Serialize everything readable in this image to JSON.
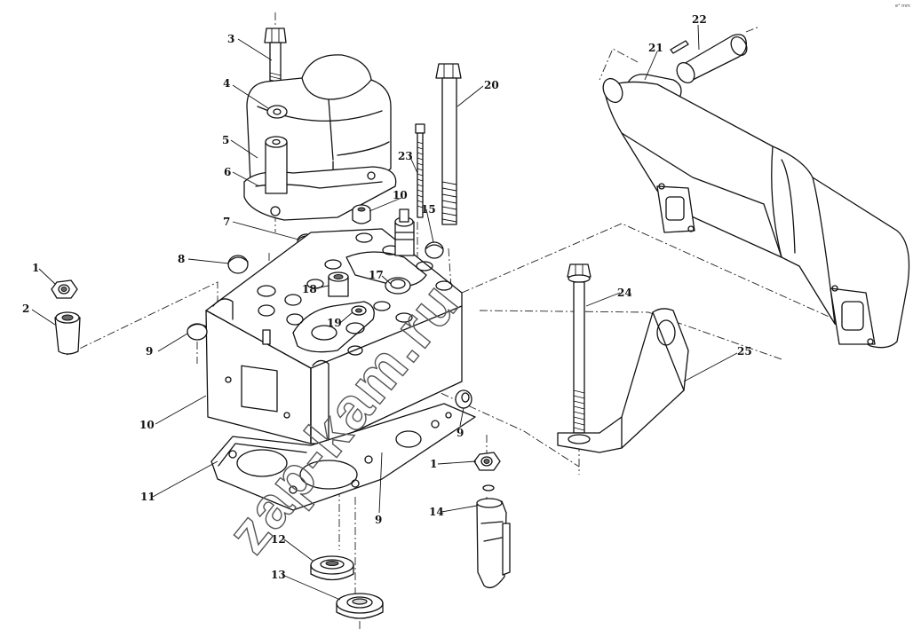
{
  "callouts": {
    "c1a": "1",
    "c2": "2",
    "c3": "3",
    "c4": "4",
    "c5": "5",
    "c6": "6",
    "c7": "7",
    "c8": "8",
    "c9a": "9",
    "c10a": "10",
    "c10b": "10",
    "c11": "11",
    "c12": "12",
    "c13": "13",
    "c1b": "1",
    "c14": "14",
    "c15": "15",
    "c17": "17",
    "c18": "18",
    "c19": "19",
    "c9b": "9",
    "c9c": "9",
    "c20": "20",
    "c21": "21",
    "c22": "22",
    "c23": "23",
    "c24": "24",
    "c25": "25"
  },
  "watermark": "zap-kam.ru",
  "corner_mark": "e° mm"
}
